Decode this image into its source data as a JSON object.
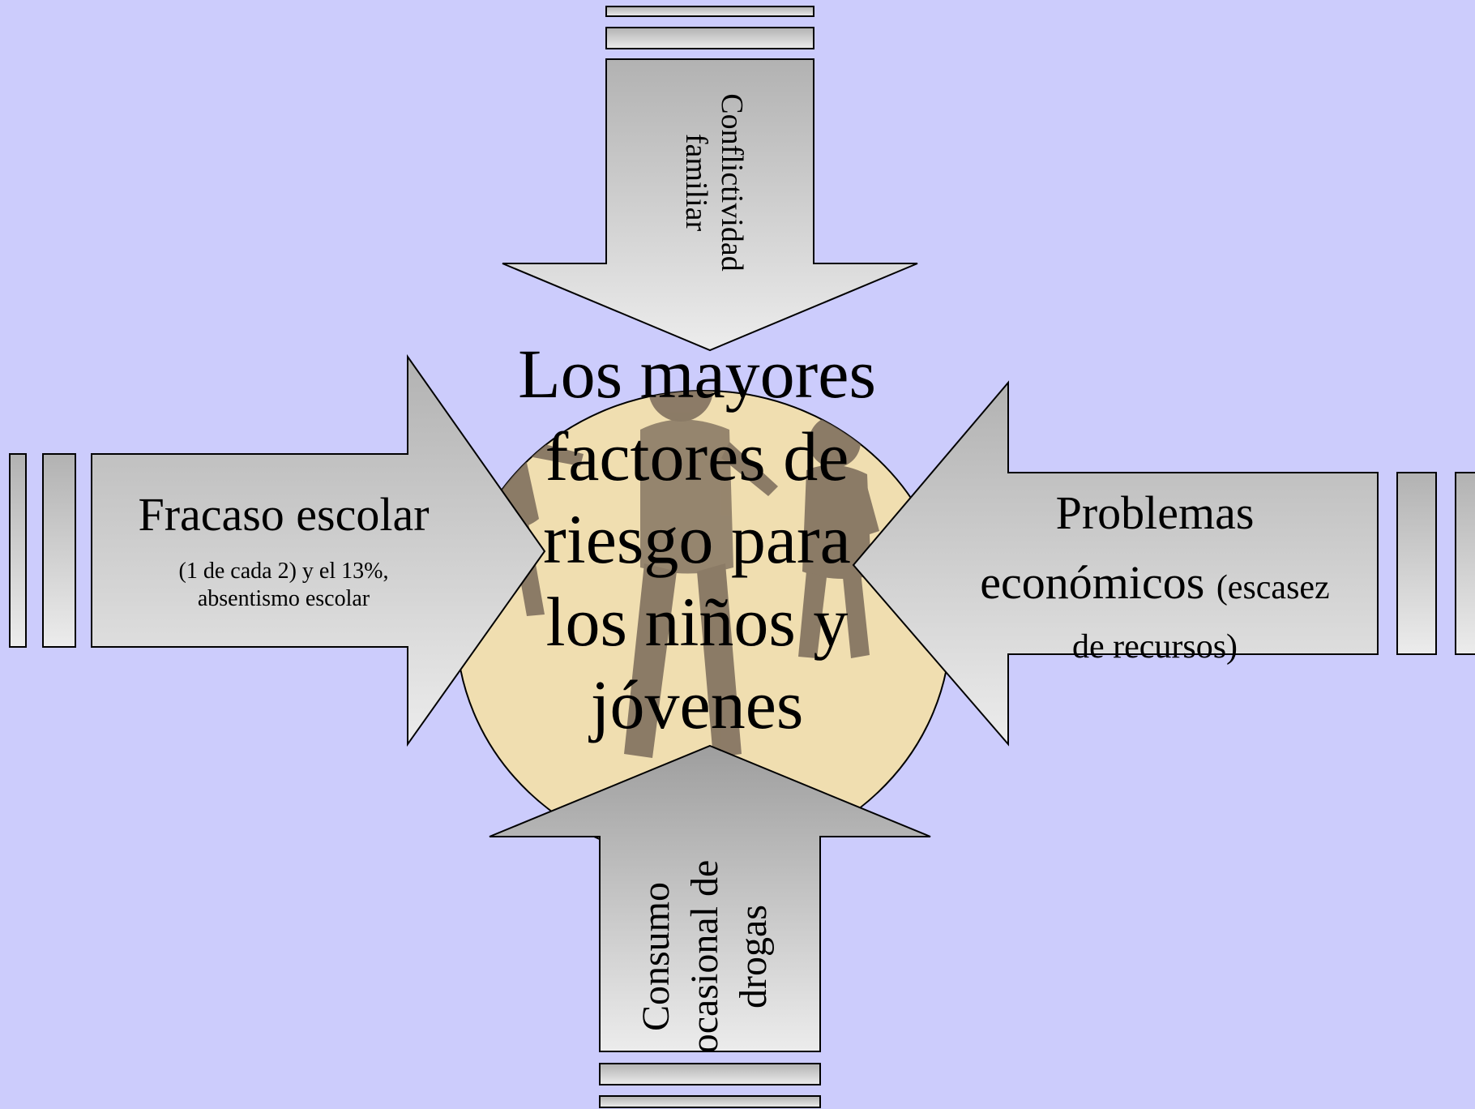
{
  "center": {
    "title_lines": [
      "Los mayores",
      "factores de",
      "riesgo para",
      "los niños y",
      "jóvenes"
    ]
  },
  "arrows": {
    "top": {
      "lines": [
        "Conflictividad",
        "familiar"
      ]
    },
    "left": {
      "title": "Fracaso escolar",
      "sub_lines": [
        "(1 de cada 2) y el 13%,",
        "absentismo escolar"
      ]
    },
    "right": {
      "line1": "Problemas",
      "line2_main": "económicos",
      "line2_small": "(escasez",
      "line3": "de recursos)"
    },
    "bottom": {
      "lines": [
        "Consumo",
        "ocasional de",
        "drogas"
      ]
    }
  },
  "colors": {
    "background": "#ccccfc",
    "circle_fill": "#f0deb0",
    "figure": "#7a6a5a",
    "arrow_dark": "#b4b4b4",
    "arrow_light": "#ececec"
  }
}
